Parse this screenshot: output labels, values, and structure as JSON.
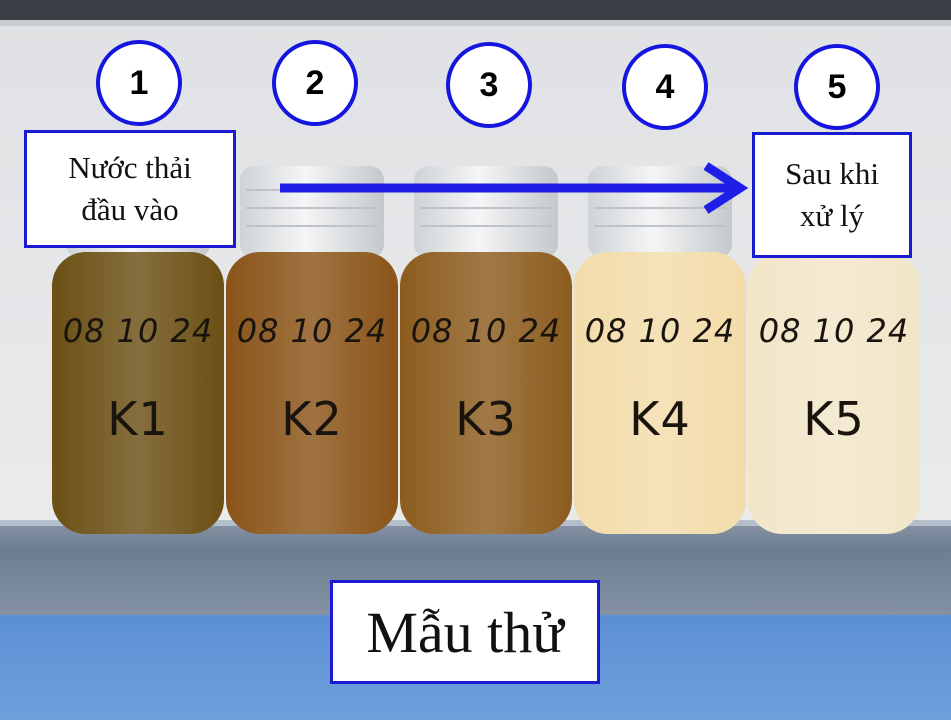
{
  "circles": [
    "1",
    "2",
    "3",
    "4",
    "5"
  ],
  "left_label": {
    "line1": "Nước thải",
    "line2": "đầu vào"
  },
  "right_label": {
    "line1": "Sau khi",
    "line2": "xử lý"
  },
  "bottles": [
    {
      "date": "08 10 24",
      "code": "K1",
      "color": "#6b4f14"
    },
    {
      "date": "08 10 24",
      "code": "K2",
      "color": "#8a5418"
    },
    {
      "date": "08 10 24",
      "code": "K3",
      "color": "#8c5c1e"
    },
    {
      "date": "08 10 24",
      "code": "K4",
      "color": "#f3dcaa"
    },
    {
      "date": "08 10 24",
      "code": "K5",
      "color": "#f2e6c8"
    }
  ],
  "title": "Mẫu thử",
  "colors": {
    "accent": "#1a1ad0",
    "arrow": "#1e1ee8"
  }
}
